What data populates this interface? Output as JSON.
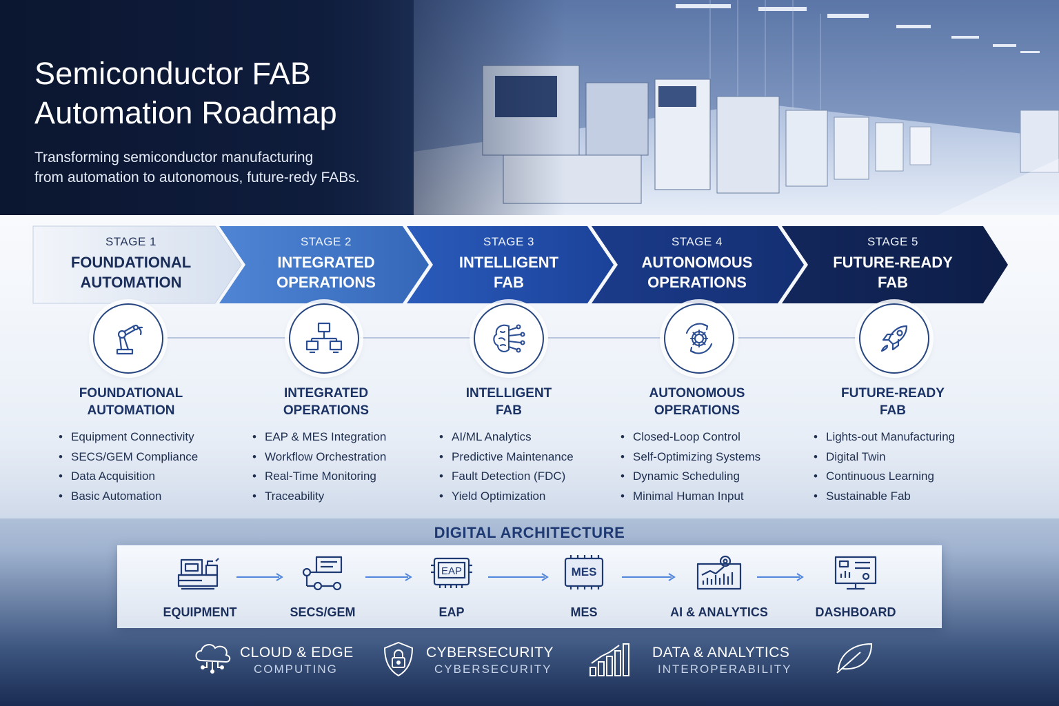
{
  "hero": {
    "title_line1": "Semiconductor FAB",
    "title_line2": "Automation Roadmap",
    "subtitle_line1": "Transforming semiconductor manufacturing",
    "subtitle_line2": "from automation to autonomous, future-redy FABs."
  },
  "stages": [
    {
      "stage": "STAGE 1",
      "name_line1": "FOUNDATIONAL",
      "name_line2": "AUTOMATION",
      "label_line1": "FOUNDATIONAL",
      "label_line2": "AUTOMATION",
      "icon": "robot-arm-icon",
      "bullets": [
        "Equipment Connectivity",
        "SECS/GEM Compliance",
        "Data Acquisition",
        "Basic Automation"
      ]
    },
    {
      "stage": "STAGE 2",
      "name_line1": "INTEGRATED",
      "name_line2": "OPERATIONS",
      "label_line1": "INTEGRATED",
      "label_line2": "OPERATIONS",
      "icon": "network-icon",
      "bullets": [
        "EAP & MES Integration",
        "Workflow Orchestration",
        "Real-Time Monitoring",
        "Traceability"
      ]
    },
    {
      "stage": "STAGE 3",
      "name_line1": "INTELLIGENT",
      "name_line2": "FAB",
      "label_line1": "INTELLIGENT",
      "label_line2": "FAB",
      "icon": "brain-circuit-icon",
      "bullets": [
        "AI/ML Analytics",
        "Predictive Maintenance",
        "Fault Detection (FDC)",
        "Yield Optimization"
      ]
    },
    {
      "stage": "STAGE 4",
      "name_line1": "AUTONOMOUS",
      "name_line2": "OPERATIONS",
      "label_line1": "AUTONOMOUS",
      "label_line2": "OPERATIONS",
      "icon": "gear-cycle-icon",
      "bullets": [
        "Closed-Loop Control",
        "Self-Optimizing Systems",
        "Dynamic Scheduling",
        "Minimal Human Input"
      ]
    },
    {
      "stage": "STAGE 5",
      "name_line1": "FUTURE-READY",
      "name_line2": "FAB",
      "label_line1": "FUTURE-READY",
      "label_line2": "FAB",
      "icon": "rocket-icon",
      "bullets": [
        "Lights-out Manufacturing",
        "Digital Twin",
        "Continuous Learning",
        "Sustainable Fab"
      ]
    }
  ],
  "architecture": {
    "title": "DIGITAL ARCHITECTURE",
    "items": [
      {
        "label": "EQUIPMENT",
        "icon": "equipment-icon"
      },
      {
        "label": "SECS/GEM",
        "icon": "secs-gem-icon"
      },
      {
        "label": "EAP",
        "icon": "eap-chip-icon",
        "chip_text": "EAP"
      },
      {
        "label": "MES",
        "icon": "mes-chip-icon",
        "chip_text": "MES"
      },
      {
        "label": "AI & ANALYTICS",
        "icon": "analytics-icon"
      },
      {
        "label": "DASHBOARD",
        "icon": "dashboard-icon"
      }
    ]
  },
  "footer": [
    {
      "line1": "CLOUD & EDGE",
      "line2": "COMPUTING",
      "icon": "cloud-icon"
    },
    {
      "line1": "CYBERSECURITY",
      "line2": "CYBERSECURITY",
      "icon": "shield-lock-icon"
    },
    {
      "line1": "DATA & ANALYTICS",
      "line2": "INTEROPERABILITY",
      "icon": "bar-chart-icon"
    },
    {
      "icon": "leaf-icon"
    }
  ],
  "colors": {
    "navy": "#0f2150",
    "stage1": "#e3e9f3",
    "stage2": "#3f74c6",
    "stage3": "#1e4aa5",
    "stage4": "#16327a",
    "stage5": "#0f2150",
    "accent": "#3a78d8"
  }
}
